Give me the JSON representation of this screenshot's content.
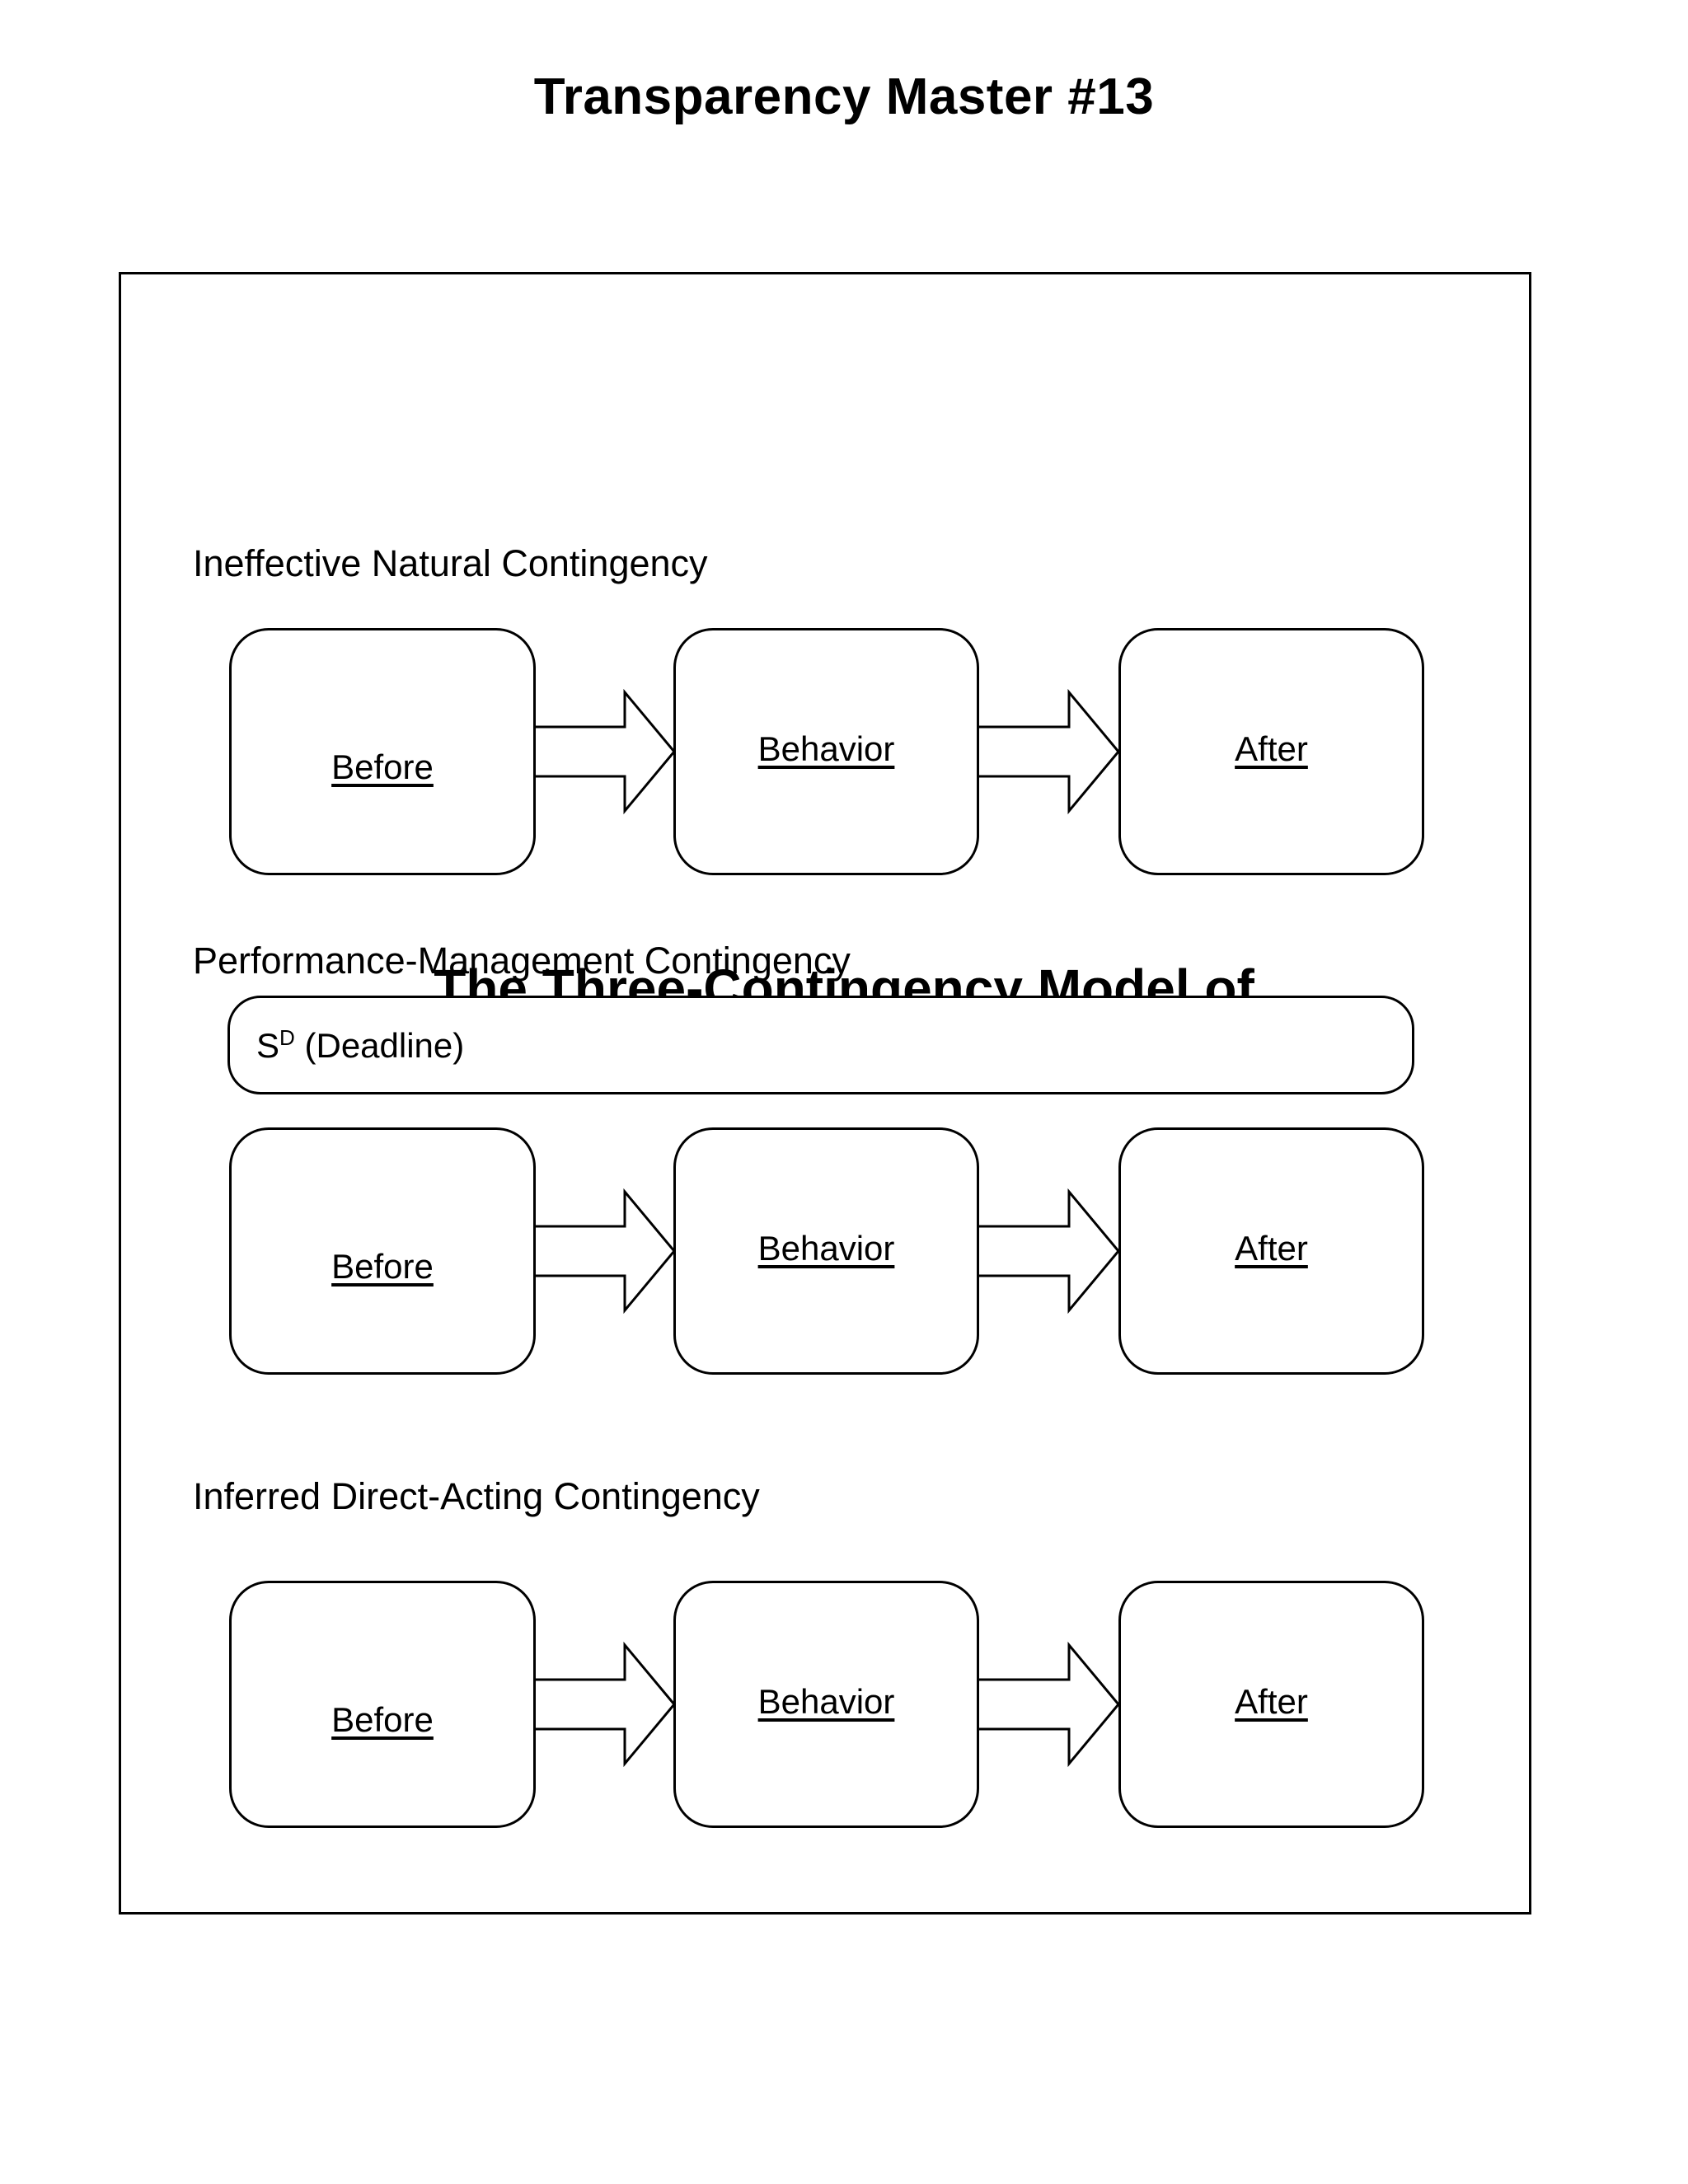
{
  "page": {
    "title": "Transparency Master #13",
    "obscured_heading": "The Three-Contingency Model of"
  },
  "deadline_bar": {
    "label_prefix": "S",
    "label_superscript": "D",
    "label_suffix": " (Deadline)",
    "label_full": "Sᴰ (Deadline)"
  },
  "sections": [
    {
      "heading": "Ineffective Natural Contingency",
      "cells": [
        {
          "label": "Before"
        },
        {
          "label": "Behavior"
        },
        {
          "label": "After"
        }
      ],
      "arrows": [
        {
          "name": "arrow-before-to-behavior"
        },
        {
          "name": "arrow-behavior-to-after"
        }
      ]
    },
    {
      "heading": "Performance-Management Contingency",
      "cells": [
        {
          "label": "Before"
        },
        {
          "label": "Behavior"
        },
        {
          "label": "After"
        }
      ],
      "arrows": [
        {
          "name": "arrow-before-to-behavior"
        },
        {
          "name": "arrow-behavior-to-after"
        }
      ]
    },
    {
      "heading": "Inferred Direct-Acting Contingency",
      "cells": [
        {
          "label": "Before"
        },
        {
          "label": "Behavior"
        },
        {
          "label": "After"
        }
      ],
      "arrows": [
        {
          "name": "arrow-before-to-behavior"
        },
        {
          "name": "arrow-behavior-to-after"
        }
      ]
    }
  ],
  "colors": {
    "ink": "#000000",
    "paper": "#ffffff"
  }
}
